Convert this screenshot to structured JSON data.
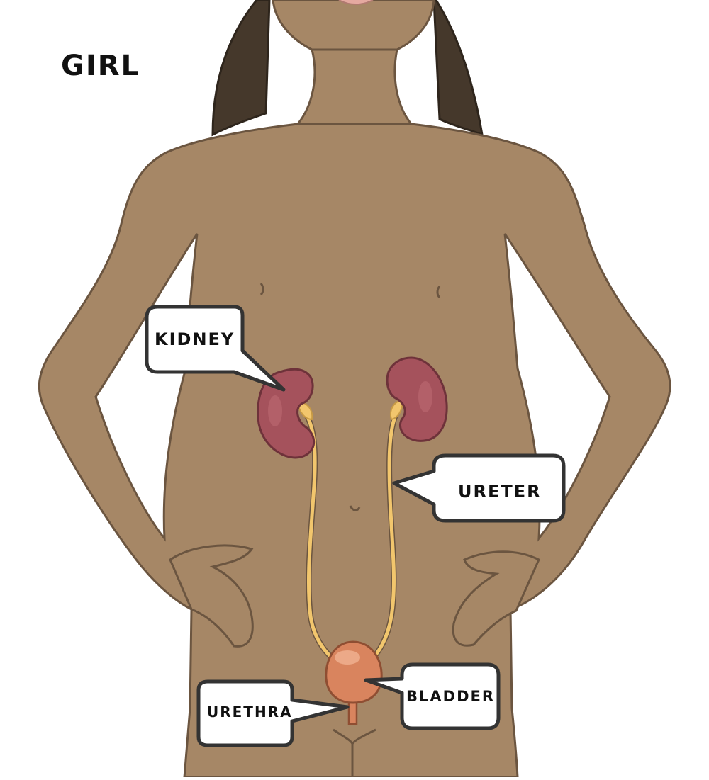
{
  "title": "GIRL",
  "labels": {
    "kidney": "KIDNEY",
    "ureter": "URETER",
    "bladder": "BLADDER",
    "urethra": "URETHRA"
  },
  "colors": {
    "skin": "#a68766",
    "outline": "#6b5540",
    "hair": "#45382b",
    "kidney": "#a5525c",
    "ureter": "#f2c66d",
    "bladder": "#d9845e",
    "callout_border": "#333333",
    "callout_fill": "#ffffff"
  }
}
